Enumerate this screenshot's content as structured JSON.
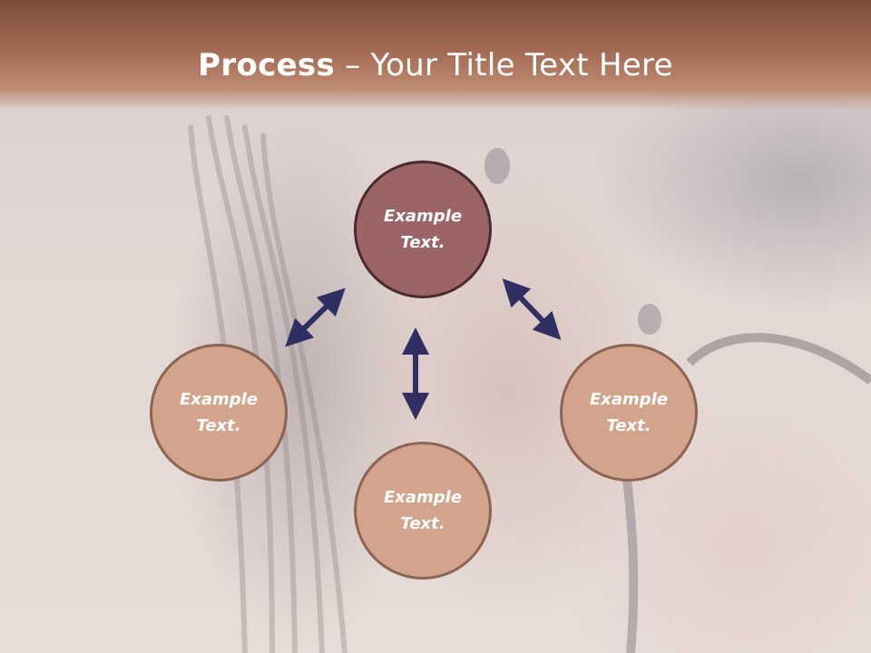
{
  "slide": {
    "title_bold": "Process",
    "title_dash": " – ",
    "title_rest": "Your Title Text Here"
  },
  "nodes": [
    {
      "id": "top",
      "line1": "Example",
      "line2": "Text."
    },
    {
      "id": "left",
      "line1": "Example",
      "line2": "Text."
    },
    {
      "id": "right",
      "line1": "Example",
      "line2": "Text."
    },
    {
      "id": "bottom",
      "line1": "Example",
      "line2": "Text."
    }
  ],
  "colors": {
    "header": "#a26a52",
    "node_top_fill": "#9b6567",
    "node_fill": "#d3a48c",
    "arrow": "#2f2f63"
  }
}
